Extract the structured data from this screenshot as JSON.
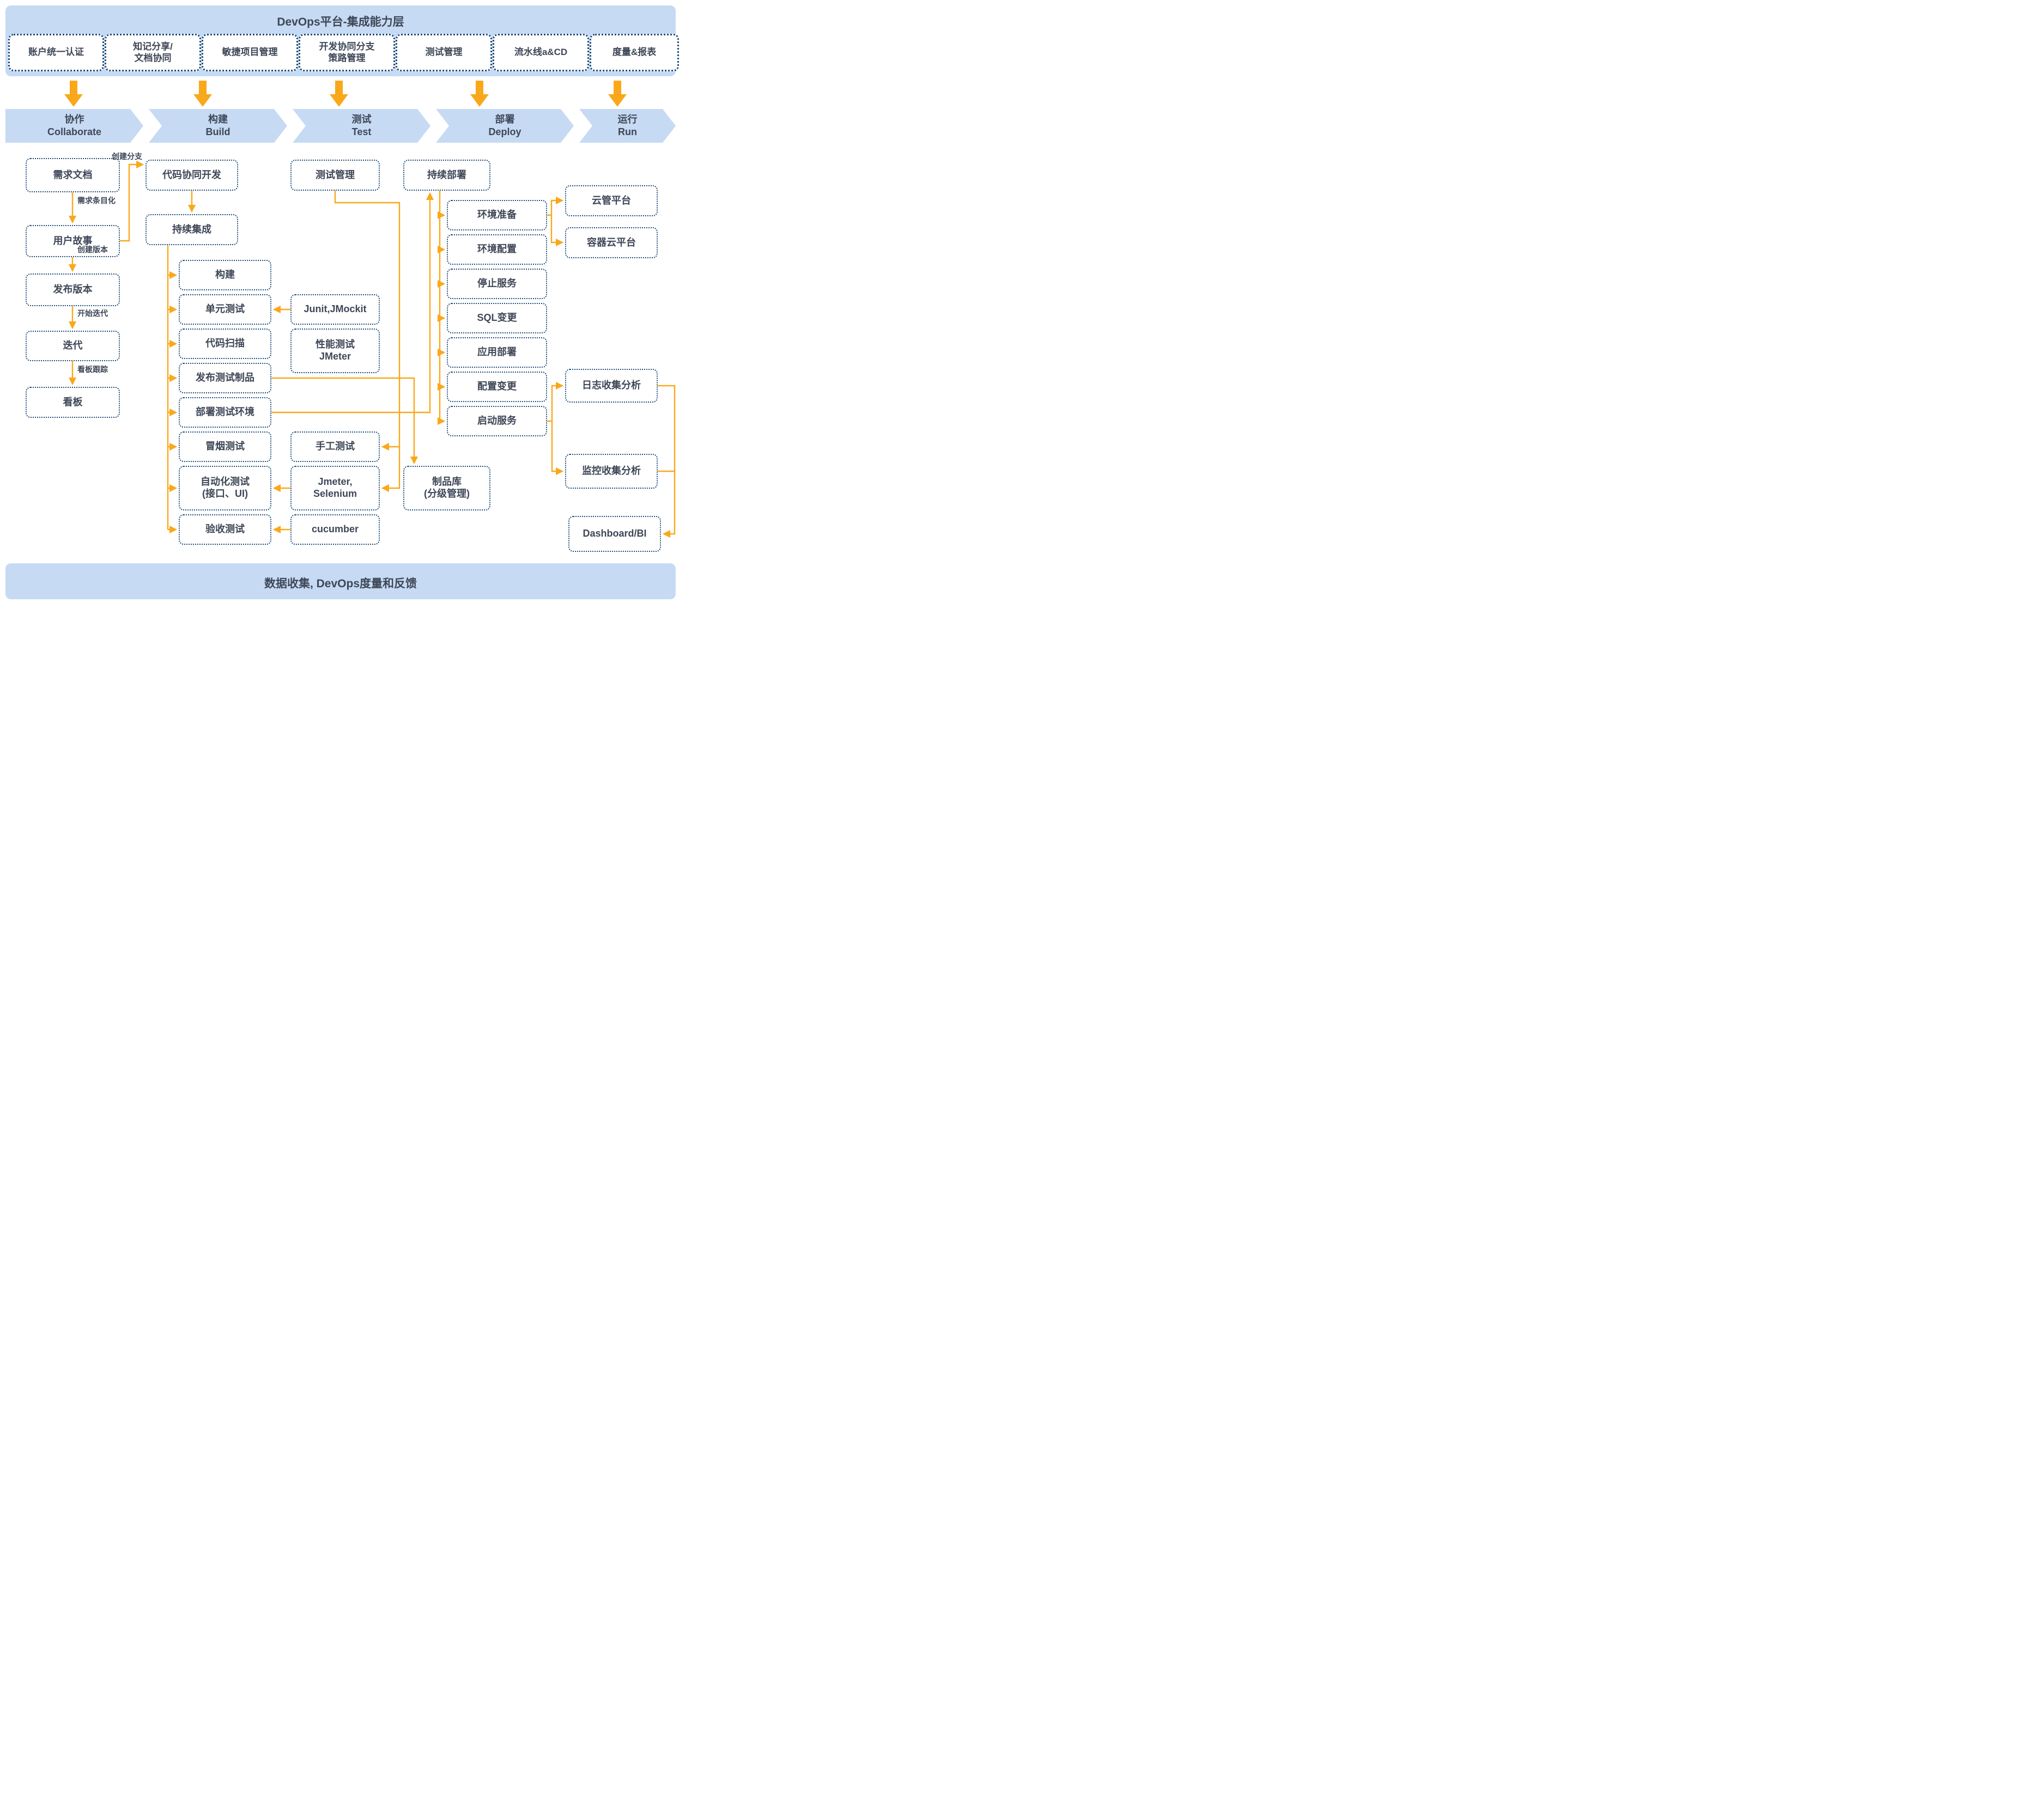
{
  "header": {
    "title": "DevOps平台-集成能力层",
    "capabilities": [
      "账户统一认证",
      "知记分享/\n文档协同",
      "敏捷项目管理",
      "开发协同分支\n策路管理",
      "测试管理",
      "流水线a&CD",
      "度量&报表"
    ]
  },
  "stages": [
    {
      "zh": "协作",
      "en": "Collaborate"
    },
    {
      "zh": "构建",
      "en": "Build"
    },
    {
      "zh": "测试",
      "en": "Test"
    },
    {
      "zh": "部署",
      "en": "Deploy"
    },
    {
      "zh": "运行",
      "en": "Run"
    }
  ],
  "nodes": {
    "req_doc": {
      "label": "需求文档"
    },
    "user_story": {
      "label": "用户故事"
    },
    "release_version": {
      "label": "发布版本"
    },
    "iteration": {
      "label": "迭代"
    },
    "kanban": {
      "label": "看板"
    },
    "code_dev": {
      "label": "代码协同开发"
    },
    "ci": {
      "label": "持续集成"
    },
    "build": {
      "label": "构建"
    },
    "unit_test": {
      "label": "单元测试"
    },
    "code_scan": {
      "label": "代码扫描"
    },
    "publish_artifact": {
      "label": "发布测试制品"
    },
    "deploy_test_env": {
      "label": "部署测试环境"
    },
    "smoke_test": {
      "label": "冒烟测试"
    },
    "auto_test": {
      "label": "自动化测试\n(接口、UI)"
    },
    "acceptance_test": {
      "label": "验收测试"
    },
    "test_mgmt": {
      "label": "测试管理"
    },
    "junit": {
      "label": "Junit,JMockit"
    },
    "perf_test": {
      "label": "性能测试\nJMeter"
    },
    "manual_test": {
      "label": "手工测试"
    },
    "jmeter_selenium": {
      "label": "Jmeter,\nSelenium"
    },
    "cucumber": {
      "label": "cucumber"
    },
    "artifact_repo": {
      "label": "制品库\n(分级管理)"
    },
    "cd": {
      "label": "持续部署"
    },
    "env_prep": {
      "label": "环境准备"
    },
    "env_conf": {
      "label": "环境配置"
    },
    "stop_svc": {
      "label": "停止服务"
    },
    "sql_change": {
      "label": "SQL变更"
    },
    "app_deploy": {
      "label": "应用部署"
    },
    "conf_change": {
      "label": "配置变更"
    },
    "start_svc": {
      "label": "启动服务"
    },
    "cloud_mgmt": {
      "label": "云管平台"
    },
    "container_cloud": {
      "label": "容器云平台"
    },
    "log_analysis": {
      "label": "日志收集分析"
    },
    "monitor_analysis": {
      "label": "监控收集分析"
    },
    "dashboard": {
      "label": "Dashboard/BI"
    }
  },
  "edge_labels": {
    "create_branch": "创建分支",
    "itemize": "需求条目化",
    "create_version": "创建版本",
    "start_iteration": "开始迭代",
    "kanban_tracking": "看板跟踪"
  },
  "footer": {
    "title": "数据收集, DevOps度量和反馈"
  },
  "colors": {
    "accent_orange": "#F9A81B",
    "banner_blue": "#C6DAF3",
    "border_navy": "#1F4E79",
    "text_dark": "#3E4757"
  }
}
